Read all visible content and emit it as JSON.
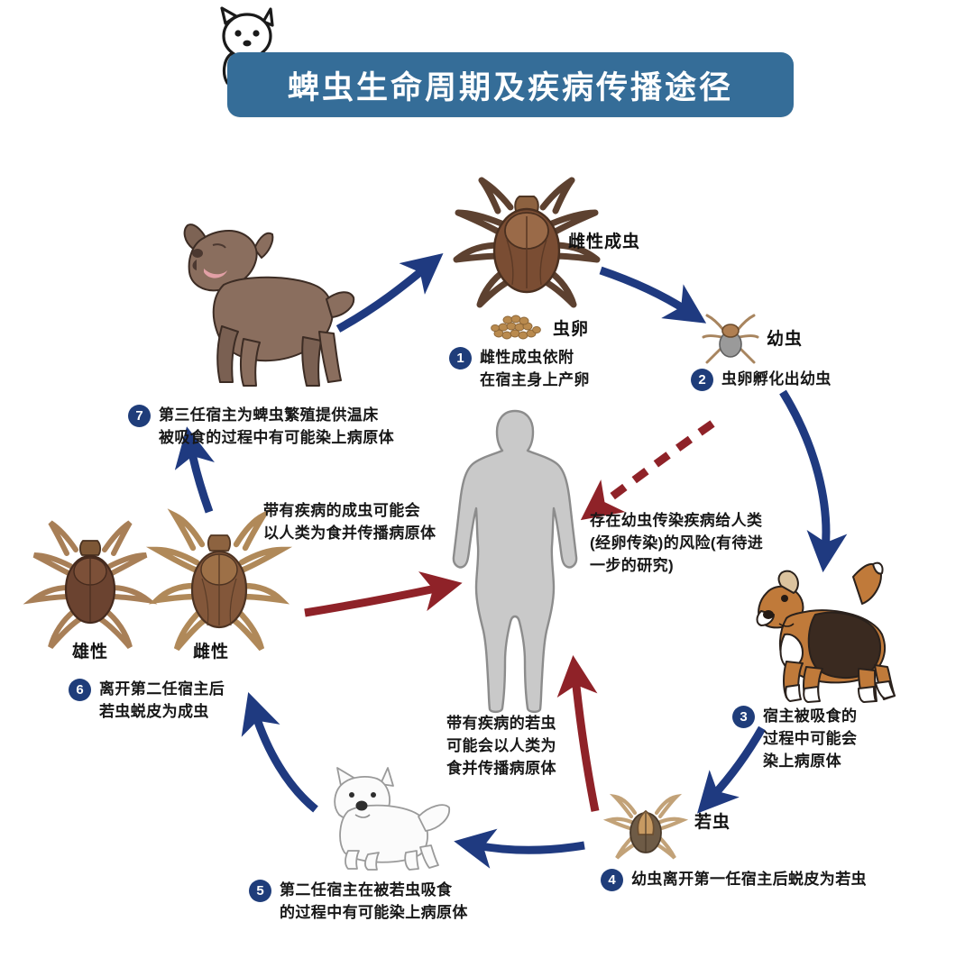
{
  "header": {
    "title": "蜱虫生命周期及疾病传播途径",
    "mascot_icon": "white-dog-icon",
    "banner_color": "#356d98"
  },
  "colors": {
    "banner": "#356d98",
    "bullet": "#1f3d7a",
    "blue_arrow": "#1f3a80",
    "red_arrow": "#8f2228",
    "human_fill": "#c9c9c9",
    "human_stroke": "#8c8c8c"
  },
  "labels": {
    "female_adult": "雌性成虫",
    "eggs": "虫卵",
    "larva": "幼虫",
    "nymph": "若虫",
    "male": "雄性",
    "female": "雌性"
  },
  "steps": [
    {
      "num": "1",
      "lines": [
        "雌性成虫依附",
        "在宿主身上产卵"
      ]
    },
    {
      "num": "2",
      "lines": [
        "虫卵孵化出幼虫"
      ]
    },
    {
      "num": "3",
      "lines": [
        "宿主被吸食的",
        "过程中可能会",
        "染上病原体"
      ]
    },
    {
      "num": "4",
      "lines": [
        "幼虫离开第一任宿主后蜕皮为若虫"
      ]
    },
    {
      "num": "5",
      "lines": [
        "第二任宿主在被若虫吸食",
        "的过程中有可能染上病原体"
      ]
    },
    {
      "num": "6",
      "lines": [
        "离开第二任宿主后",
        "若虫蜕皮为成虫"
      ]
    },
    {
      "num": "7",
      "lines": [
        "第三任宿主为蜱虫繁殖提供温床",
        "被吸食的过程中有可能染上病原体"
      ]
    }
  ],
  "notes": {
    "adult_to_human": [
      "带有疾病的成虫可能会",
      "以人类为食并传播病原体"
    ],
    "larva_to_human": [
      "存在幼虫传染疾病给人类",
      "(经卵传染)的风险(有待进",
      "一步的研究)"
    ],
    "nymph_to_human": [
      "带有疾病的若虫",
      "可能会以人类为",
      "食并传播病原体"
    ]
  },
  "figures": {
    "lab_dog": "brown-labrador-icon",
    "beagle": "beagle-dog-icon",
    "westie": "white-terrier-icon",
    "human": "human-silhouette-icon",
    "female_adult_tick": "female-adult-tick-icon",
    "eggs": "tick-eggs-icon",
    "larva": "tick-larva-icon",
    "nymph": "tick-nymph-icon",
    "male_tick": "male-adult-tick-icon",
    "female_tick": "female-adult-tick-icon"
  }
}
